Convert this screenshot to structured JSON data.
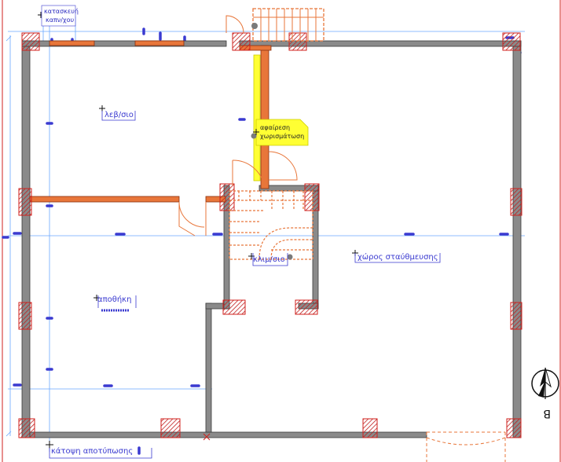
{
  "labels": {
    "room_living": "λεβ/σιο",
    "room_storage": "αποθήκη",
    "room_stair": "κλιμ/σιο",
    "room_parking": "χώρος σταύθμευσης",
    "plan_title": "κάτοψη αποτύπωσης",
    "chimney_line1": "κατασκευή",
    "chimney_line2": "καπν/χου",
    "removal_line1": "αφαίρεση",
    "removal_line2": "χωρισμάτωση"
  },
  "north_marker": {
    "letter": "B",
    "icon": "north-arrow-icon"
  },
  "colors": {
    "wall_existing": "#8a8a8a",
    "wall_new": "#e8763a",
    "highlight": "#ffff33",
    "guide_line": "#6aa8ff",
    "border": "#d0201c",
    "text": "#3a3ad0"
  }
}
